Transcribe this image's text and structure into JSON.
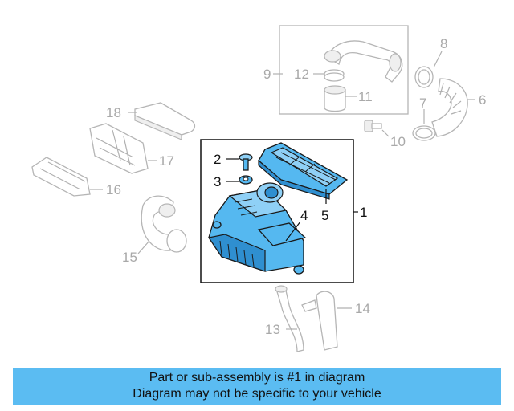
{
  "callouts": {
    "c1": "1",
    "c2": "2",
    "c3": "3",
    "c4": "4",
    "c5": "5",
    "c6": "6",
    "c7": "7",
    "c8": "8",
    "c9": "9",
    "c10": "10",
    "c11": "11",
    "c12": "12",
    "c13": "13",
    "c14": "14",
    "c15": "15",
    "c16": "16",
    "c17": "17",
    "c18": "18"
  },
  "banner": {
    "line1": "Part or sub-assembly is #1 in diagram",
    "line2": "Diagram may not be specific to your vehicle"
  },
  "colors": {
    "highlight": "#55b8f0",
    "banner_bg": "#5bbcf2",
    "ghost_stroke": "#b5b5b5"
  }
}
